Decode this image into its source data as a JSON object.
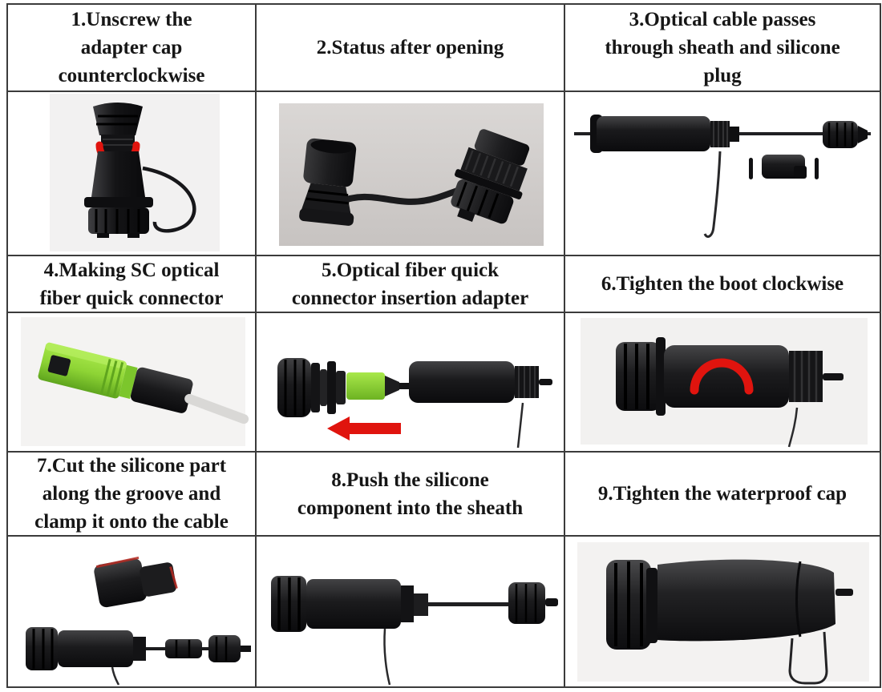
{
  "table": {
    "border_color": "#3b3b3b",
    "steps": [
      {
        "num": 1,
        "label": "1.Unscrew the\nadapter cap\ncounterclockwise",
        "image": "capped-connector-vertical-with-ccw-arrow"
      },
      {
        "num": 2,
        "label": "2.Status after opening",
        "image": "opened-cap-and-connector-photo"
      },
      {
        "num": 3,
        "label": "3.Optical cable passes\nthrough sheath and silicone\nplug",
        "image": "cable-through-sheath-and-silicone-plug"
      },
      {
        "num": 4,
        "label": "4.Making SC optical\nfiber quick connector",
        "image": "green-sc-quick-connector"
      },
      {
        "num": 5,
        "label": "5.Optical fiber quick\nconnector insertion adapter",
        "image": "connector-inserting-into-adapter-left-arrow"
      },
      {
        "num": 6,
        "label": "6.Tighten the boot clockwise",
        "image": "connector-with-cw-arrow"
      },
      {
        "num": 7,
        "label": "7.Cut the silicone part\nalong the groove and\nclamp it onto the cable",
        "image": "cut-silicone-part-and-assembly"
      },
      {
        "num": 8,
        "label": "8.Push the silicone\ncomponent into the sheath",
        "image": "silicone-pushed-into-sheath"
      },
      {
        "num": 9,
        "label": "9.Tighten the waterproof cap",
        "image": "assembled-connector-with-wire-loop"
      }
    ]
  },
  "colors": {
    "arrow_red": "#e0140e",
    "sc_green": "#8ed435",
    "part_black": "#1b1b1d",
    "photo_bg_light": "#f2f1f1",
    "photo_bg_gray": "#cfccca"
  },
  "icons": {
    "ccw-arrow-icon": "red U-shaped counterclockwise arc",
    "left-arrow-icon": "red solid left-pointing arrow",
    "cw-arrow-icon": "red clockwise arc over body"
  }
}
